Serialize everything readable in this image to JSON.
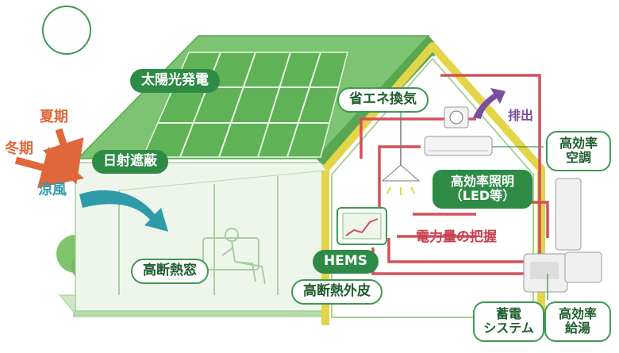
{
  "labels": {
    "solar_power": "太陽光発電",
    "shading": "日射遮蔽",
    "insulated_window": "高断熱窓",
    "energy_saving_ventilation": "省エネ換気",
    "exhaust": "排出",
    "efficient_ac": "高効率\n空調",
    "efficient_lighting": "高効率照明\n（LED等）",
    "power_monitoring": "電力量の把握",
    "hems": "HEMS",
    "insulated_envelope": "高断熱外皮",
    "storage_system": "蓄電\nシステム",
    "efficient_water_heater": "高効率\n給湯",
    "summer": "夏期",
    "winter": "冬期",
    "cool_breeze": "涼風"
  },
  "colors": {
    "roof_green": "#6fbd64",
    "wall_frame": "#e3d548",
    "wiring_red": "#d2505c",
    "label_green": "#2e8b45",
    "season_orange": "#e0673a",
    "breeze_teal": "#2f9ba8",
    "exhaust_purple": "#7a4d9e"
  }
}
